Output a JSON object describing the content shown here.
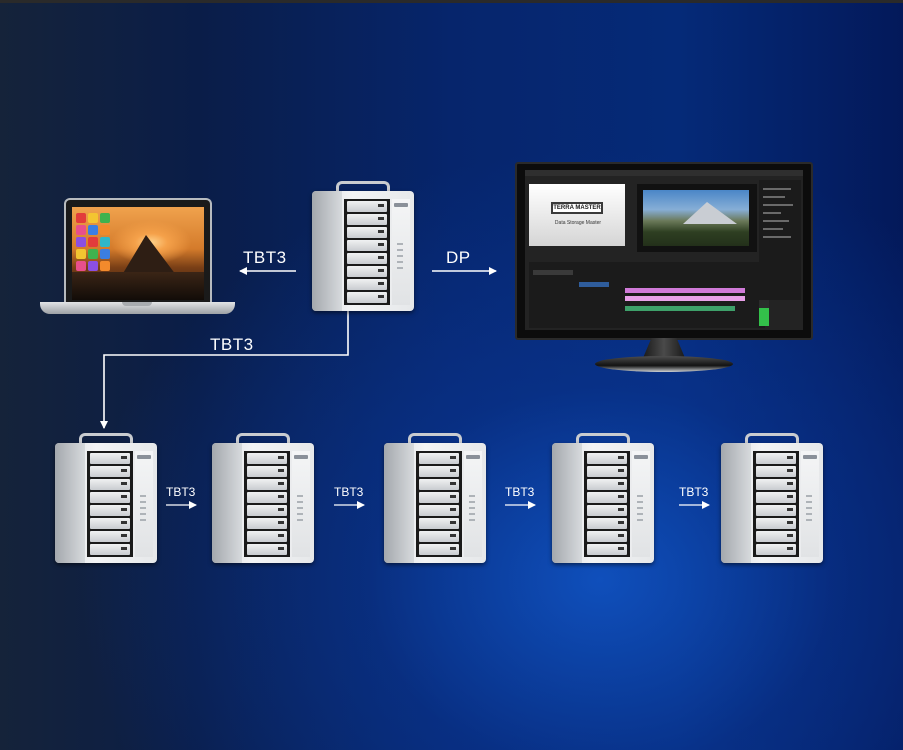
{
  "diagram": {
    "connections": {
      "laptop_link": "TBT3",
      "monitor_link": "DP",
      "downstream_link": "TBT3",
      "chain_links": [
        "TBT3",
        "TBT3",
        "TBT3",
        "TBT3"
      ]
    },
    "monitor_brand": {
      "logo_text": "TERRA MASTER",
      "tagline": "Data Storage Master"
    },
    "colors": {
      "line": "#ffffff",
      "background_deep": "#02112f",
      "background_glow": "#1156c8"
    }
  }
}
